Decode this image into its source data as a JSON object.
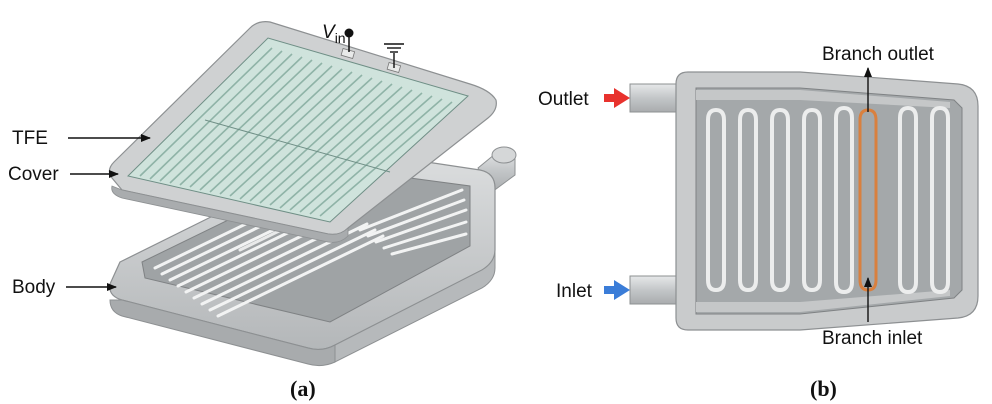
{
  "panel_a": {
    "caption": "(a)",
    "labels": {
      "tfe": "TFE",
      "cover": "Cover",
      "body": "Body"
    },
    "vin": {
      "main": "V",
      "sub": "in"
    }
  },
  "panel_b": {
    "caption": "(b)",
    "labels": {
      "outlet": "Outlet",
      "inlet": "Inlet",
      "branch_outlet": "Branch outlet",
      "branch_inlet": "Branch inlet"
    }
  },
  "colors": {
    "outlet_arrow": "#e8322d",
    "inlet_arrow": "#3b7dd8",
    "branch_highlight": "#d9803f",
    "tfe_film": "#cfe3dc",
    "metal": "#c7c9cb"
  }
}
